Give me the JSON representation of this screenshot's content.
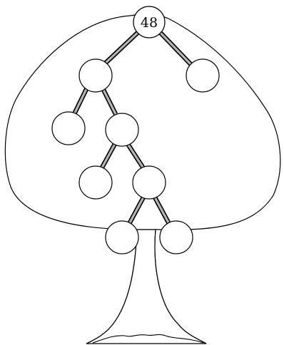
{
  "diagram": {
    "type": "binary-tree-in-tree-illustration",
    "root_label": "48",
    "nodes": [
      {
        "id": "root",
        "label": "48"
      },
      {
        "id": "n1",
        "label": ""
      },
      {
        "id": "n2",
        "label": ""
      },
      {
        "id": "n3",
        "label": ""
      },
      {
        "id": "n4",
        "label": ""
      },
      {
        "id": "n5",
        "label": ""
      },
      {
        "id": "n6",
        "label": ""
      },
      {
        "id": "n7",
        "label": ""
      },
      {
        "id": "n8",
        "label": ""
      }
    ],
    "edges": [
      [
        "root",
        "n1"
      ],
      [
        "root",
        "n2"
      ],
      [
        "n1",
        "n3"
      ],
      [
        "n1",
        "n4"
      ],
      [
        "n4",
        "n5"
      ],
      [
        "n4",
        "n6"
      ],
      [
        "n6",
        "n7"
      ],
      [
        "n6",
        "n8"
      ]
    ]
  }
}
